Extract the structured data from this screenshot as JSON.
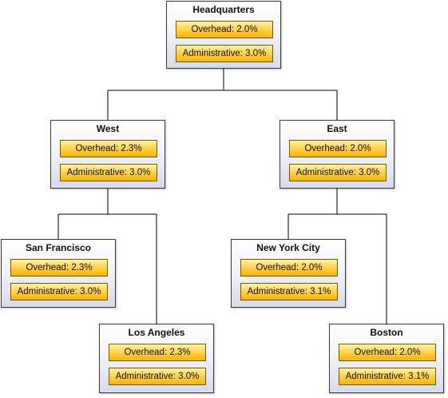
{
  "nodes": {
    "headquarters": {
      "title": "Headquarters",
      "overhead": "Overhead: 2.0%",
      "administrative": "Administrative: 3.0%"
    },
    "west": {
      "title": "West",
      "overhead": "Overhead: 2.3%",
      "administrative": "Administrative: 3.0%"
    },
    "east": {
      "title": "East",
      "overhead": "Overhead: 2.0%",
      "administrative": "Administrative: 3.0%"
    },
    "san_francisco": {
      "title": "San Francisco",
      "overhead": "Overhead: 2.3%",
      "administrative": "Administrative: 3.0%"
    },
    "los_angeles": {
      "title": "Los Angeles",
      "overhead": "Overhead: 2.3%",
      "administrative": "Administrative: 3.0%"
    },
    "new_york_city": {
      "title": "New York City",
      "overhead": "Overhead: 2.0%",
      "administrative": "Administrative: 3.1%"
    },
    "boston": {
      "title": "Boston",
      "overhead": "Overhead: 2.0%",
      "administrative": "Administrative: 3.1%"
    }
  },
  "colors": {
    "tag_fill": "#ffd75a",
    "tag_border": "#7a5a00",
    "node_border": "#3a3a3a",
    "connector": "#000000"
  }
}
